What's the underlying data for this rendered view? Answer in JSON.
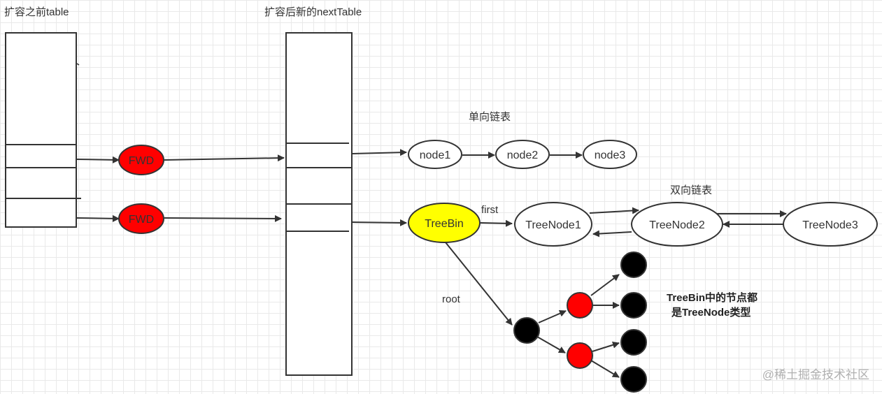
{
  "labels": {
    "old_table": "扩容之前table",
    "new_table": "扩容后新的nextTable",
    "singly_linked": "单向链表",
    "doubly_linked": "双向链表",
    "first": "first",
    "root": "root",
    "note_line1": "TreeBin中的节点都",
    "note_line2": "是TreeNode类型",
    "watermark": "@稀土掘金技术社区"
  },
  "nodes": {
    "fwd1": "FWD",
    "fwd2": "FWD",
    "node1": "node1",
    "node2": "node2",
    "node3": "node3",
    "treebin": "TreeBin",
    "treenode1": "TreeNode1",
    "treenode2": "TreeNode2",
    "treenode3": "TreeNode3"
  },
  "colors": {
    "fwd_fill": "#ff0000",
    "treebin_fill": "#ffff00",
    "red_node": "#ff0000",
    "black_node": "#000000",
    "stroke": "#333333"
  }
}
